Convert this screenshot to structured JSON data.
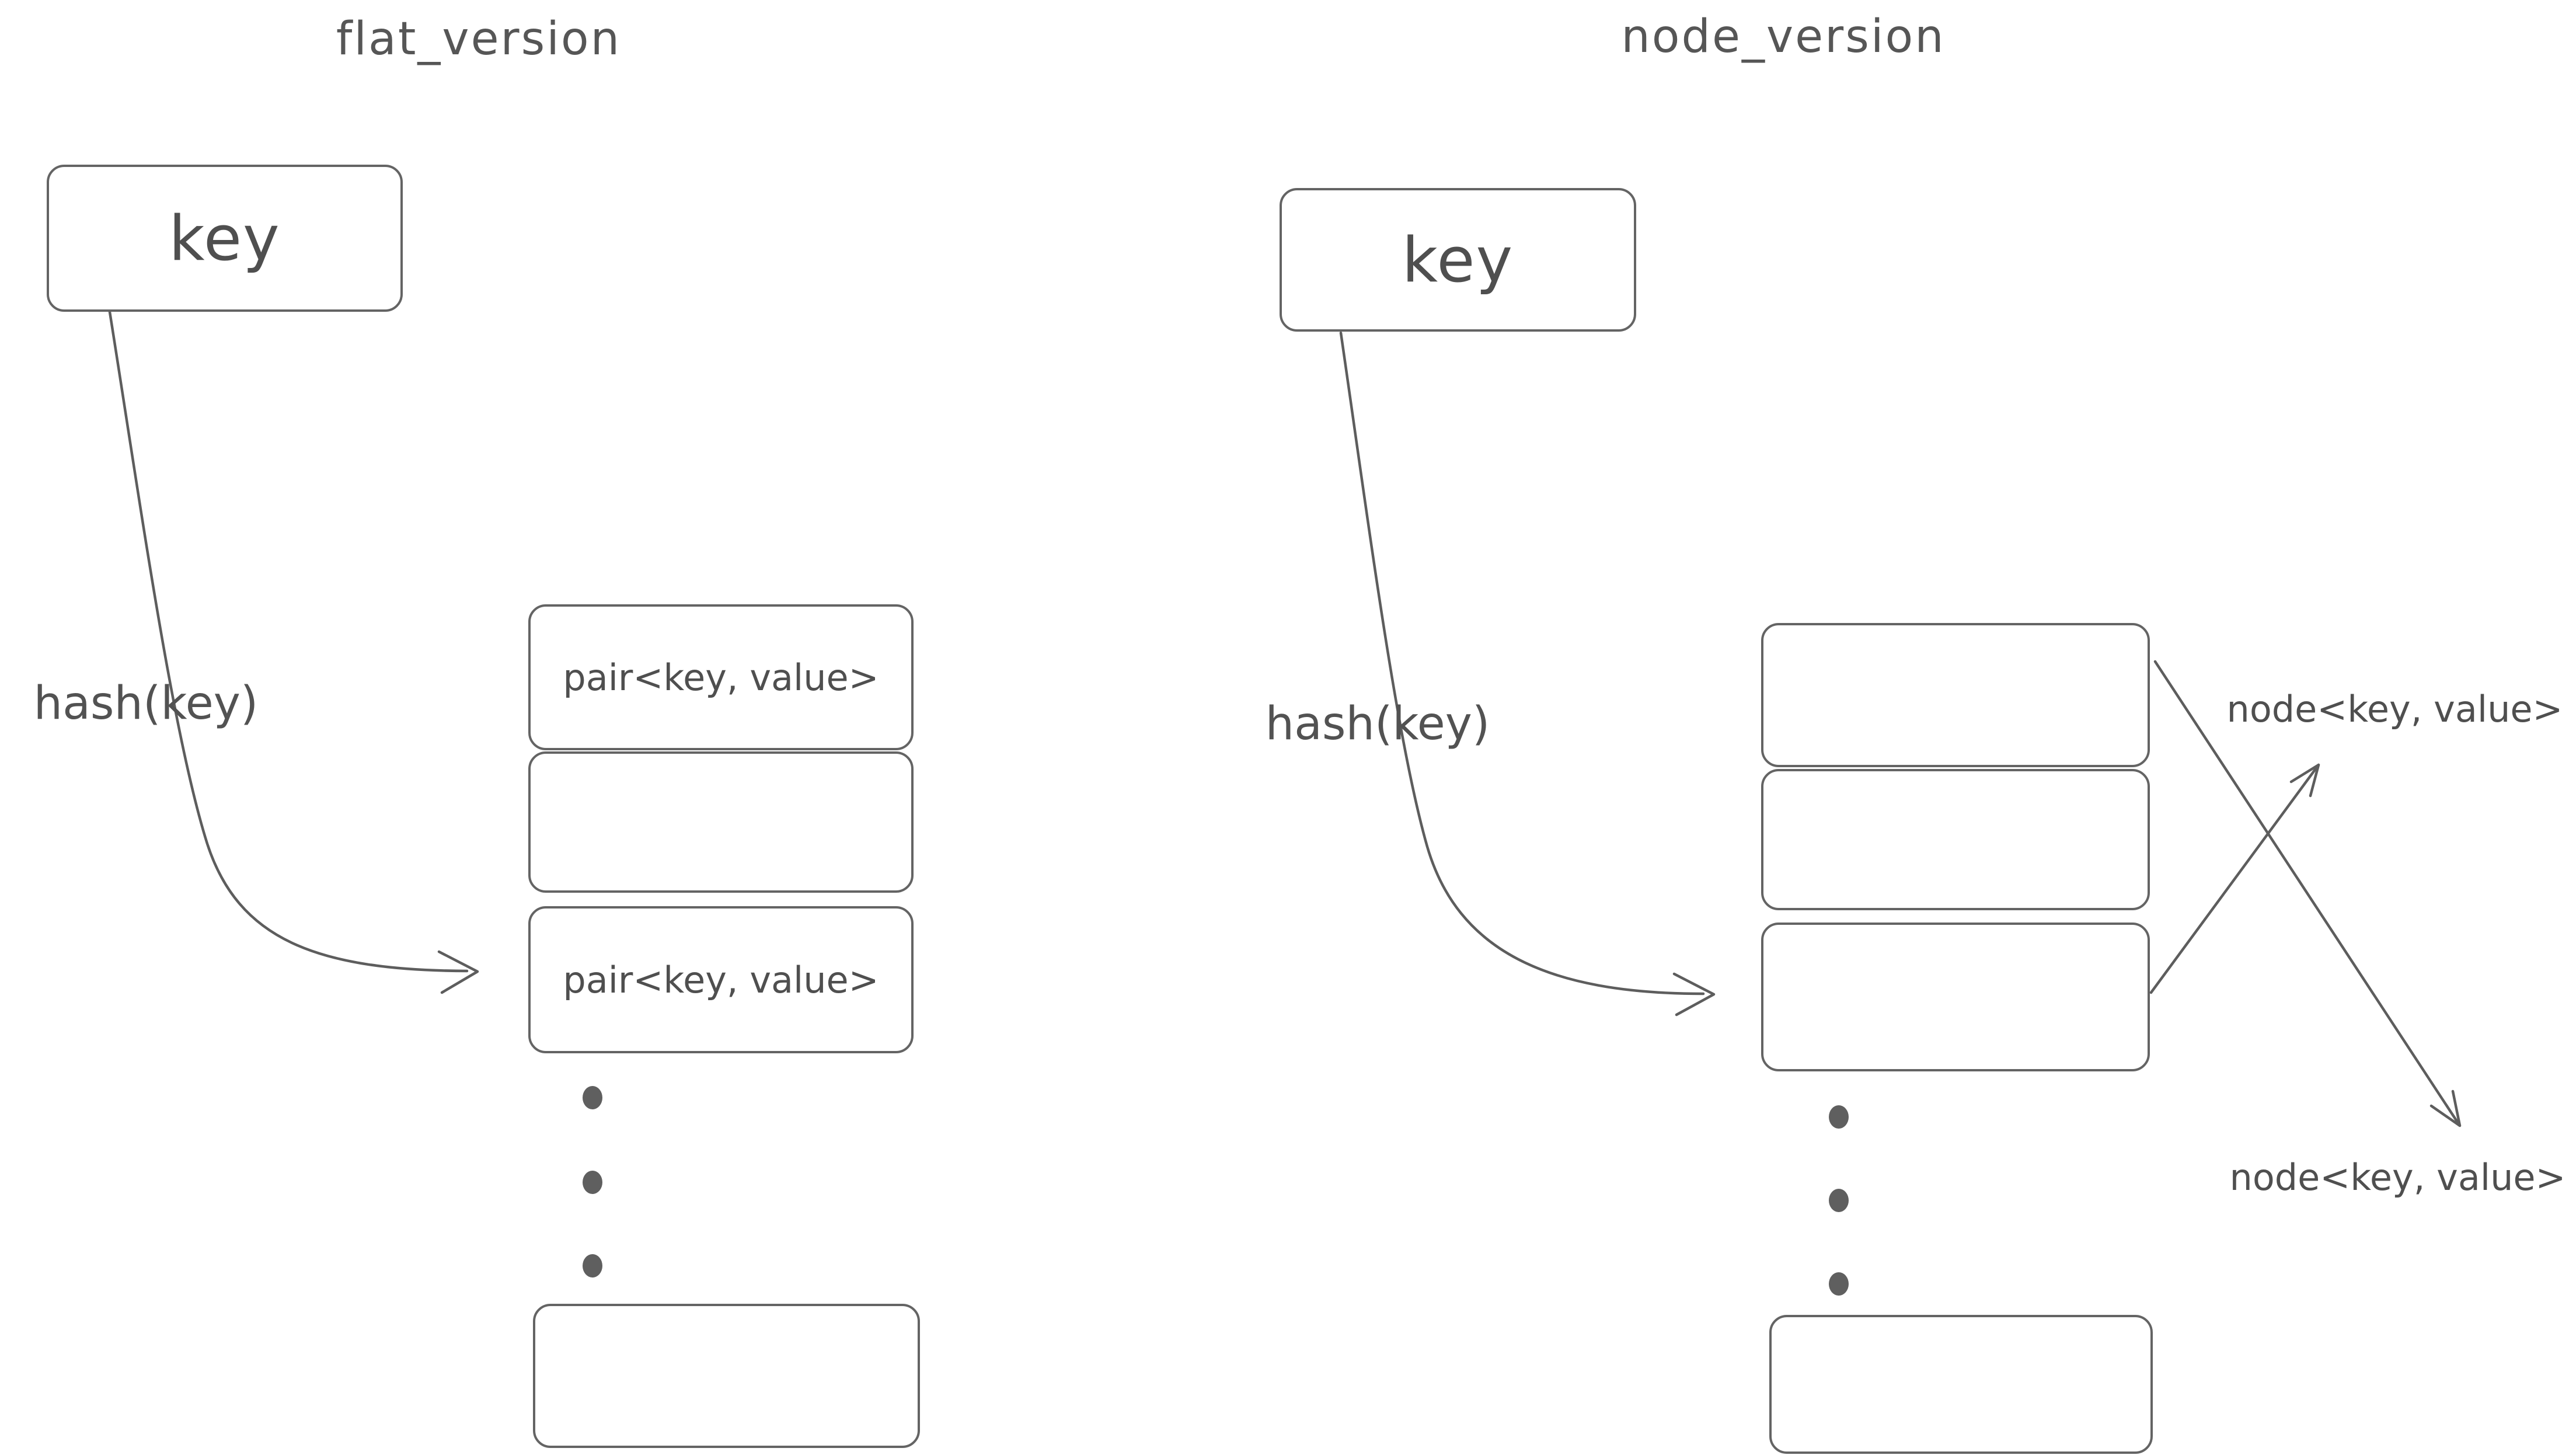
{
  "canvas": {
    "background": "#ffffff",
    "stroke_color": "#5d5d5d",
    "text_color": "#525252"
  },
  "flat": {
    "title": "flat_version",
    "key_label": "key",
    "hash_label": "hash(key)",
    "array": {
      "cells": [
        {
          "label": "pair<key, value>"
        },
        {
          "label": ""
        },
        {
          "label": "pair<key, value>"
        }
      ],
      "ellipsis_dot_count": 3,
      "tail_cell_label": ""
    }
  },
  "node": {
    "title": "node_version",
    "key_label": "key",
    "hash_label": "hash(key)",
    "array": {
      "cells": [
        {
          "label": ""
        },
        {
          "label": ""
        },
        {
          "label": ""
        }
      ],
      "ellipsis_dot_count": 3,
      "tail_cell_label": ""
    },
    "node_label_top": "node<key, value>",
    "node_label_bottom": "node<key, value>"
  }
}
